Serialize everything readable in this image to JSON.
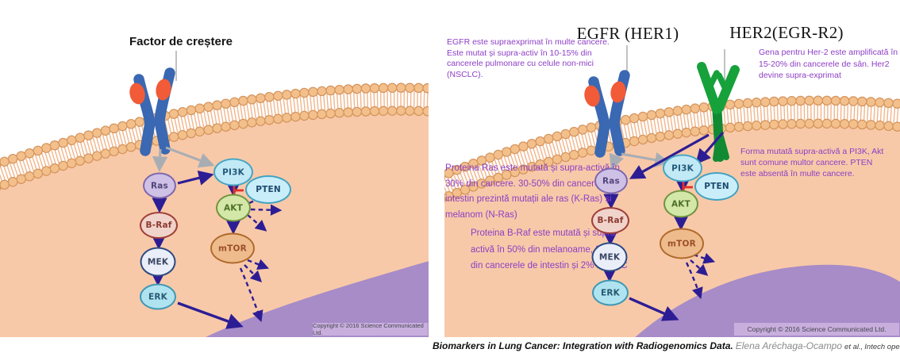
{
  "nodes": {
    "ras": "Ras",
    "braf": "B-Raf",
    "mek": "MEK",
    "erk": "ERK",
    "pi3k": "PI3K",
    "pten": "PTEN",
    "akt": "AKT",
    "mtor": "mTOR"
  },
  "left_panel": {
    "title": "Factor de creștere",
    "copyright": "Copyright © 2016 Science Communicated Ltd."
  },
  "right_panel": {
    "egfr_title": "EGFR (HER1)",
    "her2_title": "HER2(EGR-R2)",
    "annotations": {
      "egfr": "EGFR este supraexprimat în multe cancere.\nEste mutat și supra-activ în 10-15% din\ncancerele pulmonare  cu celule non-mici\n(NSCLC).",
      "her2": "Gena pentru Her-2 este amplificată în\n15-20% din cancerele de sân. Her2\ndevine supra-exprimat",
      "ras": "Proteina  Ras este mutată și supra-activă în\n30% din cancere. 30-50% din cancerele de\nintestin prezintă mutații  ale ras (K-Ras) și\nmelanom (N-Ras)",
      "braf": "Proteina  B-Raf  este mutată și supra-\nactivă în 50% din melanoame, 8-10%\ndin cancerele de intestin și 2% NSCLC",
      "pi3k": "Forma mutată supra-activă a PI3K, Akt\nsunt comune multor cancere. PTEN\neste absentă în multe cancere."
    },
    "copyright": "Copyright © 2016 Science Communicated Ltd."
  },
  "caption": {
    "title_bold": "Biomarkers in Lung Cancer: Integration with Radiogenomics Data.",
    "authors": "Elena Aréchaga-Ocampo",
    "etal": "et al.,",
    "source": "Intech open access.z"
  },
  "colors": {
    "cell_body": "#f8c9a8",
    "nucleus": "#a78cc8",
    "membrane_bead": "#f3c08c",
    "annotation_text": "#8d3ec6",
    "arrow_navy": "#2d1d95",
    "arrow_gray": "#a8adb4",
    "inhibition_red": "#e03227",
    "egfr_blue": "#3a68b2",
    "her2_green": "#16a13b",
    "ligand_orange": "#f15b38",
    "copyright_bar": "#c8aedd"
  }
}
